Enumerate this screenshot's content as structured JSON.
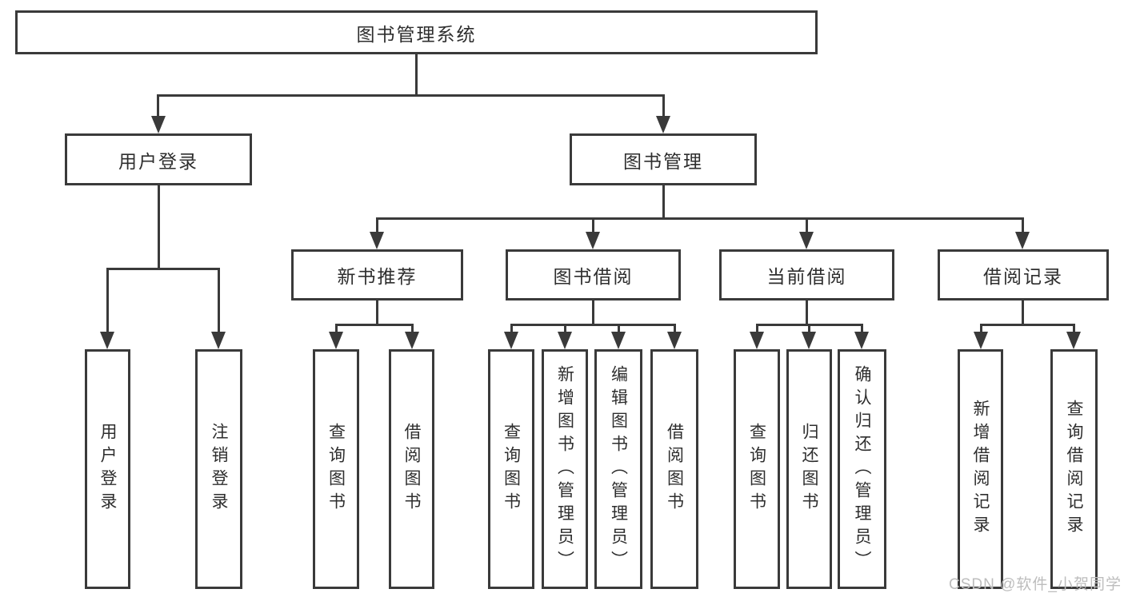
{
  "tree": {
    "label": "图书管理系统",
    "children": [
      {
        "label": "用户登录",
        "children": [
          {
            "label": "用户登录"
          },
          {
            "label": "注销登录"
          }
        ]
      },
      {
        "label": "图书管理",
        "children": [
          {
            "label": "新书推荐",
            "children": [
              {
                "label": "查询图书"
              },
              {
                "label": "借阅图书"
              }
            ]
          },
          {
            "label": "图书借阅",
            "children": [
              {
                "label": "查询图书"
              },
              {
                "label": "新增图书（管理员）"
              },
              {
                "label": "编辑图书（管理员）"
              },
              {
                "label": "借阅图书"
              }
            ]
          },
          {
            "label": "当前借阅",
            "children": [
              {
                "label": "查询图书"
              },
              {
                "label": "归还图书"
              },
              {
                "label": "确认归还（管理员）"
              }
            ]
          },
          {
            "label": "借阅记录",
            "children": [
              {
                "label": "新增借阅记录"
              },
              {
                "label": "查询借阅记录"
              }
            ]
          }
        ]
      }
    ]
  },
  "watermark": "CSDN @软件_小贺同学",
  "colors": {
    "line": "#3a3a3a",
    "text": "#2e2e2e",
    "watermark": "#bdbdbd",
    "background": "#ffffff"
  }
}
